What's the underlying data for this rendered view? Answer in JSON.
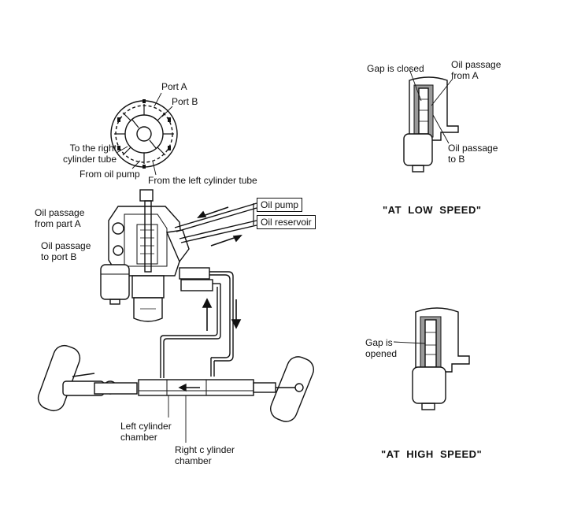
{
  "labels": {
    "port_a": "Port A",
    "port_b": "Port B",
    "to_right_cylinder_tube": "To the right\ncylinder tube",
    "from_oil_pump": "From oil pump",
    "from_left_cylinder_tube": "From the left cylinder tube",
    "oil_passage_from_part_a": "Oil passage\nfrom part A",
    "oil_passage_to_port_b": "Oil passage\nto port B",
    "oil_pump": "Oil pump",
    "oil_reservoir": "Oil reservoir",
    "left_cylinder_chamber": "Left cylinder\nchamber",
    "right_cylinder_chamber": "Right c ylinder\nchamber",
    "gap_is_closed": "Gap is closed",
    "oil_passage_from_a": "Oil passage\nfrom A",
    "oil_passage_to_b": "Oil passage\nto B",
    "gap_is_opened": "Gap is\nopened",
    "at_low_speed": "\"AT  LOW  SPEED\"",
    "at_high_speed": "\"AT  HIGH  SPEED\""
  },
  "colors": {
    "line": "#111111",
    "paper": "#ffffff",
    "shade": "#9a9a9a"
  }
}
